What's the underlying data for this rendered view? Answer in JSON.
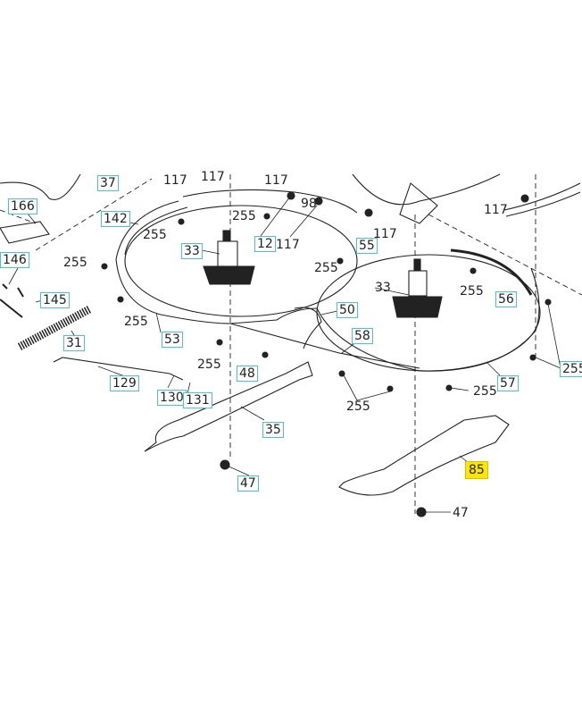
{
  "diagram": {
    "title": "Mower deck parts diagram",
    "highlight_color": "#ffe600",
    "box_color": "#4cc3d4"
  },
  "labels": [
    "37",
    "117",
    "117",
    "117",
    "98",
    "117",
    "117",
    "117",
    "166",
    "142",
    "255",
    "255",
    "33",
    "12",
    "55",
    "146",
    "255",
    "255",
    "255",
    "56",
    "145",
    "33",
    "50",
    "255",
    "31",
    "53",
    "58",
    "255",
    "48",
    "255",
    "57",
    "129",
    "130",
    "131",
    "255",
    "255",
    "35",
    "85",
    "47",
    "47"
  ]
}
